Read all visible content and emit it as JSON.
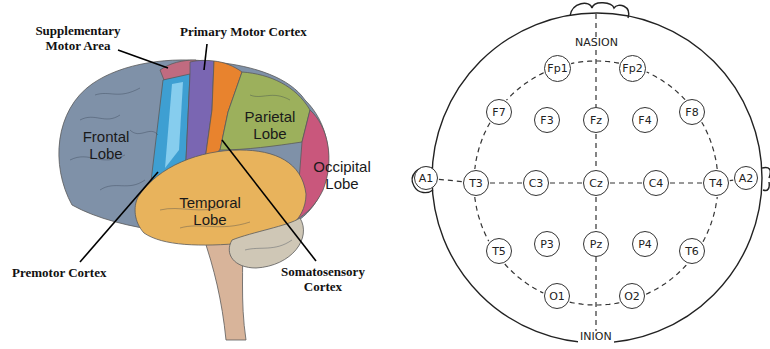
{
  "diagram": {
    "nodes": [
      {
        "text": [
          "Fp1"
        ]
      },
      {
        "text": [
          "Fp2"
        ]
      },
      {
        "text": [
          "F7"
        ]
      },
      {
        "text": [
          "F3"
        ]
      },
      {
        "text": [
          "Fz"
        ]
      },
      {
        "text": [
          "F4"
        ]
      },
      {
        "text": [
          "F8"
        ]
      },
      {
        "text": [
          "A1"
        ]
      },
      {
        "text": [
          "T3"
        ]
      },
      {
        "text": [
          "C3"
        ]
      },
      {
        "text": [
          "Cz"
        ]
      },
      {
        "text": [
          "C4"
        ]
      },
      {
        "text": [
          "T4"
        ]
      },
      {
        "text": [
          "A2"
        ]
      },
      {
        "text": [
          "T5"
        ]
      },
      {
        "text": [
          "P3"
        ]
      },
      {
        "text": [
          "Pz"
        ]
      },
      {
        "text": [
          "P4"
        ]
      },
      {
        "text": [
          "T6"
        ]
      },
      {
        "text": [
          "O1"
        ]
      },
      {
        "text": [
          "O2"
        ]
      }
    ],
    "edges": [
      {
        "from": 7,
        "to": 8,
        "arrow": "none"
      },
      {
        "from": 8,
        "to": 9,
        "arrow": "none"
      },
      {
        "from": 9,
        "to": 10,
        "arrow": "none"
      },
      {
        "from": 10,
        "to": 11,
        "arrow": "none"
      },
      {
        "from": 11,
        "to": 12,
        "arrow": "none"
      },
      {
        "from": 12,
        "to": 13,
        "arrow": "none"
      },
      {
        "from": 4,
        "to": 10,
        "arrow": "none"
      },
      {
        "from": 10,
        "to": 16,
        "arrow": "none"
      },
      {
        "from": 0,
        "to": 2,
        "arrow": "none"
      },
      {
        "from": 2,
        "to": 8,
        "arrow": "none"
      },
      {
        "from": 8,
        "to": 14,
        "arrow": "none"
      },
      {
        "from": 14,
        "to": 19,
        "arrow": "none"
      },
      {
        "from": 19,
        "to": 20,
        "arrow": "none"
      },
      {
        "from": 20,
        "to": 18,
        "arrow": "none"
      },
      {
        "from": 18,
        "to": 12,
        "arrow": "none"
      },
      {
        "from": 12,
        "to": 6,
        "arrow": "none"
      },
      {
        "from": 6,
        "to": 1,
        "arrow": "none"
      },
      {
        "from": 1,
        "to": 0,
        "arrow": "none"
      }
    ],
    "labels": [
      "Frontal Lobe",
      "Parietal Lobe",
      "Occipital Lobe",
      "Temporal Lobe",
      "Supplementary Motor Area",
      "Primary Motor Cortex",
      "Premotor Cortex",
      "Somatosensory Cortex",
      "NASION",
      "INION"
    ]
  }
}
